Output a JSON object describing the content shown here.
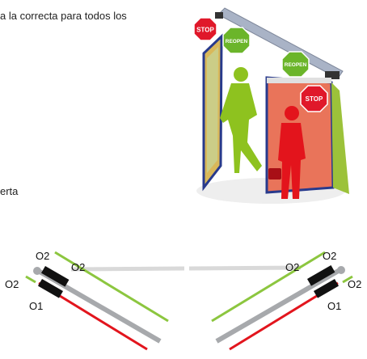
{
  "text": {
    "line1": "a la correcta para todos los",
    "line2": "erta"
  },
  "illustration": {
    "stop_label": "STOP",
    "reopen_label": "REOPEN",
    "colors": {
      "stop_red": "#e0182a",
      "reopen_green": "#6bb52a",
      "person_green": "#8ec21f",
      "person_red": "#e3141c",
      "door_red": "#e9745a",
      "header_grey": "#a9b3c6",
      "frame_blue": "#283a8c"
    }
  },
  "diagram": {
    "left": {
      "o2_top": "O2",
      "o2_mid": "O2",
      "o2_left": "O2",
      "o1": "O1"
    },
    "right": {
      "o2_top": "O2",
      "o2_mid": "O2",
      "o2_right": "O2",
      "o1": "O1"
    },
    "colors": {
      "green": "#8cc63f",
      "red": "#e2151d",
      "grey": "#a7a9ac",
      "light_grey": "#d9d9d9",
      "sensor": "#111111"
    }
  }
}
